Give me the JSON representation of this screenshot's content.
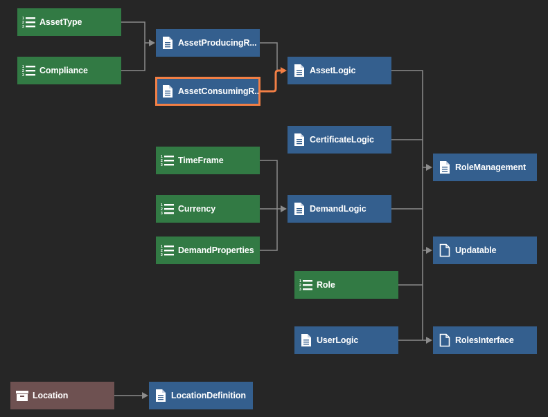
{
  "colors": {
    "background": "#262626",
    "enum": "#327a44",
    "contract": "#345f8e",
    "struct": "#6e5151",
    "edge": "#8c8c8c",
    "highlight": "#f27f45"
  },
  "nodes": [
    {
      "id": "AssetType",
      "label": "AssetType",
      "kind": "enum",
      "icon": "numbered-list-icon"
    },
    {
      "id": "Compliance",
      "label": "Compliance",
      "kind": "enum",
      "icon": "numbered-list-icon"
    },
    {
      "id": "AssetProducingR",
      "label": "AssetProducingR...",
      "kind": "contract",
      "icon": "document-icon"
    },
    {
      "id": "AssetConsumingR",
      "label": "AssetConsumingR...",
      "kind": "contract",
      "icon": "document-icon",
      "selected": true
    },
    {
      "id": "AssetLogic",
      "label": "AssetLogic",
      "kind": "contract",
      "icon": "document-icon"
    },
    {
      "id": "CertificateLogic",
      "label": "CertificateLogic",
      "kind": "contract",
      "icon": "document-icon"
    },
    {
      "id": "TimeFrame",
      "label": "TimeFrame",
      "kind": "enum",
      "icon": "numbered-list-icon"
    },
    {
      "id": "Currency",
      "label": "Currency",
      "kind": "enum",
      "icon": "numbered-list-icon"
    },
    {
      "id": "DemandProperties",
      "label": "DemandProperties",
      "kind": "enum",
      "icon": "numbered-list-icon"
    },
    {
      "id": "DemandLogic",
      "label": "DemandLogic",
      "kind": "contract",
      "icon": "document-icon"
    },
    {
      "id": "RoleManagement",
      "label": "RoleManagement",
      "kind": "contract",
      "icon": "document-icon"
    },
    {
      "id": "Updatable",
      "label": "Updatable",
      "kind": "interface",
      "icon": "document-outline-icon"
    },
    {
      "id": "Role",
      "label": "Role",
      "kind": "enum",
      "icon": "numbered-list-icon"
    },
    {
      "id": "UserLogic",
      "label": "UserLogic",
      "kind": "contract",
      "icon": "document-icon"
    },
    {
      "id": "RolesInterface",
      "label": "RolesInterface",
      "kind": "interface",
      "icon": "document-outline-icon"
    },
    {
      "id": "Location",
      "label": "Location",
      "kind": "struct",
      "icon": "archive-box-icon"
    },
    {
      "id": "LocationDefinition",
      "label": "LocationDefinition",
      "kind": "contract",
      "icon": "document-icon"
    }
  ]
}
